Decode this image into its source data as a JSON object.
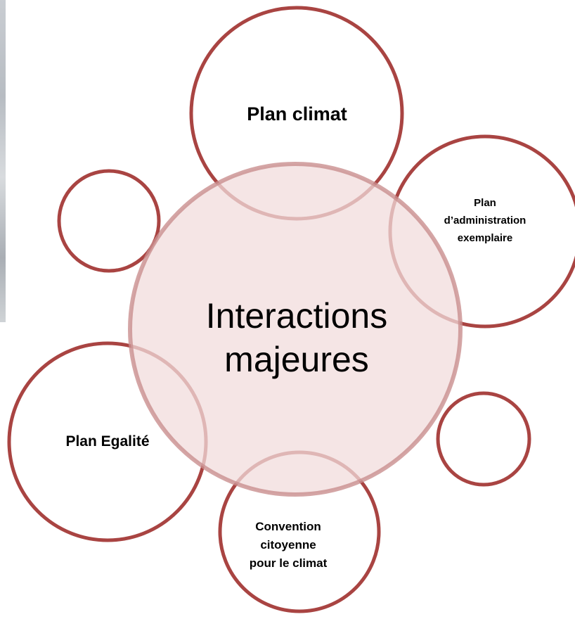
{
  "diagram": {
    "center_label": "Interactions\nmajeures",
    "satellites": [
      {
        "label": "Plan climat"
      },
      {
        "label": "Plan\nd’administration\nexemplaire"
      },
      {
        "label": "Plan Egalité"
      },
      {
        "label": "Convention\ncitoyenne\npour le climat"
      },
      {
        "label": ""
      },
      {
        "label": ""
      }
    ]
  },
  "colors": {
    "circle_stroke": "#a94442",
    "center_fill": "#f5e7e7",
    "center_stroke": "#d2a1a0",
    "satellite_fill": "#ffffff",
    "text": "#000000"
  }
}
